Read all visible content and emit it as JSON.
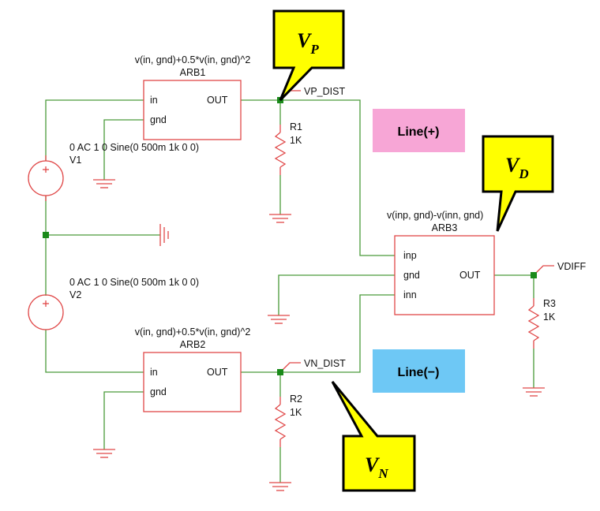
{
  "arb1": {
    "expr": "v(in, gnd)+0.5*v(in, gnd)^2",
    "name": "ARB1",
    "pin_in": "in",
    "pin_gnd": "gnd",
    "pin_out": "OUT"
  },
  "arb2": {
    "expr": "v(in, gnd)+0.5*v(in, gnd)^2",
    "name": "ARB2",
    "pin_in": "in",
    "pin_gnd": "gnd",
    "pin_out": "OUT"
  },
  "arb3": {
    "expr": "v(inp, gnd)-v(inn, gnd)",
    "name": "ARB3",
    "pin_inp": "inp",
    "pin_gnd": "gnd",
    "pin_inn": "inn",
    "pin_out": "OUT"
  },
  "v1": {
    "spec": "0 AC 1 0 Sine(0 500m 1k 0 0)",
    "name": "V1"
  },
  "v2": {
    "spec": "0 AC 1 0 Sine(0 500m 1k 0 0)",
    "name": "V2"
  },
  "r1": {
    "name": "R1",
    "value": "1K"
  },
  "r2": {
    "name": "R2",
    "value": "1K"
  },
  "r3": {
    "name": "R3",
    "value": "1K"
  },
  "nets": {
    "vp": "VP_DIST",
    "vn": "VN_DIST",
    "vdiff": "VDIFF"
  },
  "tags": {
    "line_plus": "Line(+)",
    "line_minus": "Line(−)"
  },
  "callouts": {
    "vp": {
      "letter": "V",
      "sub": "P"
    },
    "vd": {
      "letter": "V",
      "sub": "D"
    },
    "vn": {
      "letter": "V",
      "sub": "N"
    }
  },
  "colors": {
    "wire": "#4a9a3a",
    "component": "#e04848",
    "junction": "#1a8a1a",
    "callout": "#ffff00",
    "line_plus_bg": "#f7a6d6",
    "line_minus_bg": "#6ec8f5"
  }
}
